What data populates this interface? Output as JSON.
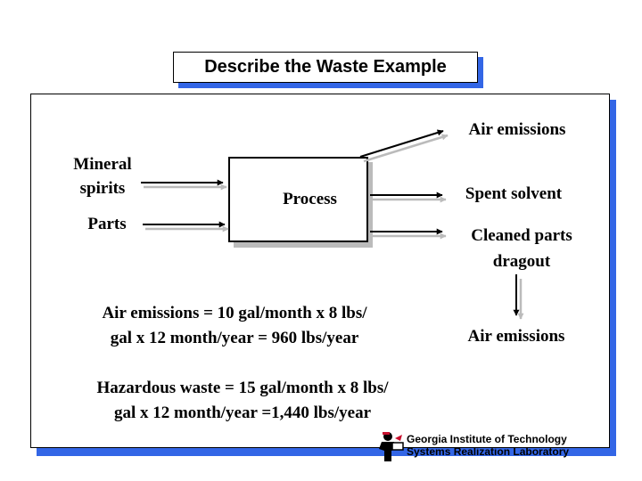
{
  "title": "Describe the Waste Example",
  "inputs": {
    "mineral_line1": "Mineral",
    "mineral_line2": "spirits",
    "parts": "Parts"
  },
  "process_label": "Process",
  "outputs": {
    "air_emissions_top": "Air emissions",
    "spent_solvent": "Spent solvent",
    "cleaned_line1": "Cleaned parts",
    "cleaned_line2": "dragout",
    "air_emissions_bottom": "Air emissions"
  },
  "formulas": {
    "air_line1": "Air emissions = 10 gal/month x 8 lbs/",
    "air_line2": "gal x 12 month/year = 960 lbs/year",
    "haz_line1": "Hazardous waste = 15 gal/month x 8 lbs/",
    "haz_line2": "gal x 12 month/year =1,440 lbs/year"
  },
  "footer": {
    "org_line1": "Georgia Institute of Technology",
    "org_line2": "Systems Realization Laboratory",
    "logo_icon": "georgia-tech-logo-icon"
  },
  "colors": {
    "shadow_blue": "#3366e6",
    "arrow_shadow": "#bbbbbb"
  }
}
